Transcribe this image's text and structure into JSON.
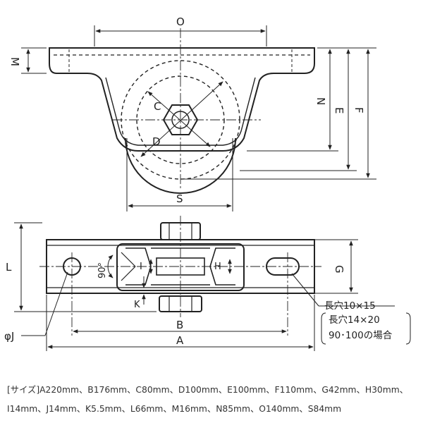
{
  "labels": {
    "O": "O",
    "M": "M",
    "N": "N",
    "E": "E",
    "F": "F",
    "C": "C",
    "D": "D",
    "S": "S",
    "L": "L",
    "G": "G",
    "H": "H",
    "I": "I",
    "K": "K",
    "B": "B",
    "A": "A",
    "J": "φJ",
    "angle": "90°"
  },
  "slot_note": {
    "line1": "長穴10×15",
    "line2": "長穴14×20",
    "line3": "90･100の場合"
  },
  "specs": {
    "line1": "[サイズ]A220mm、B176mm、C80mm、D100mm、E100mm、F110mm、G42mm、H30mm、",
    "line2": "I14mm、J14mm、K5.5mm、L66mm、M16mm、N85mm、O140mm、S84mm"
  }
}
